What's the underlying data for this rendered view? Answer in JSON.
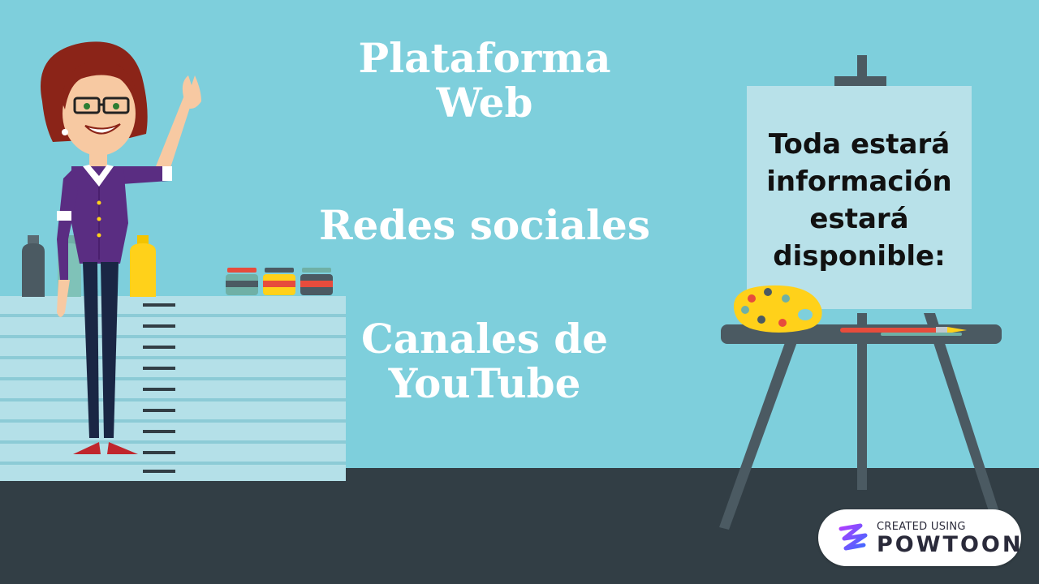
{
  "slide": {
    "line1": "Plataforma\nWeb",
    "line2": "Redes sociales",
    "line3": "Canales de\nYouTube",
    "board_text": "Toda estará\ninformación\nestará\ndisponible:"
  },
  "watermark": {
    "small": "CREATED USING",
    "brand": "POWTOON"
  },
  "colors": {
    "background": "#7ecfdc",
    "floor": "#323e45",
    "board": "#b8e1e9",
    "easel": "#4b5a62"
  },
  "icons": [
    "teacher-character",
    "paint-bottles",
    "paint-jars",
    "paint-palette",
    "paintbrush",
    "powtoon-logo-icon"
  ]
}
